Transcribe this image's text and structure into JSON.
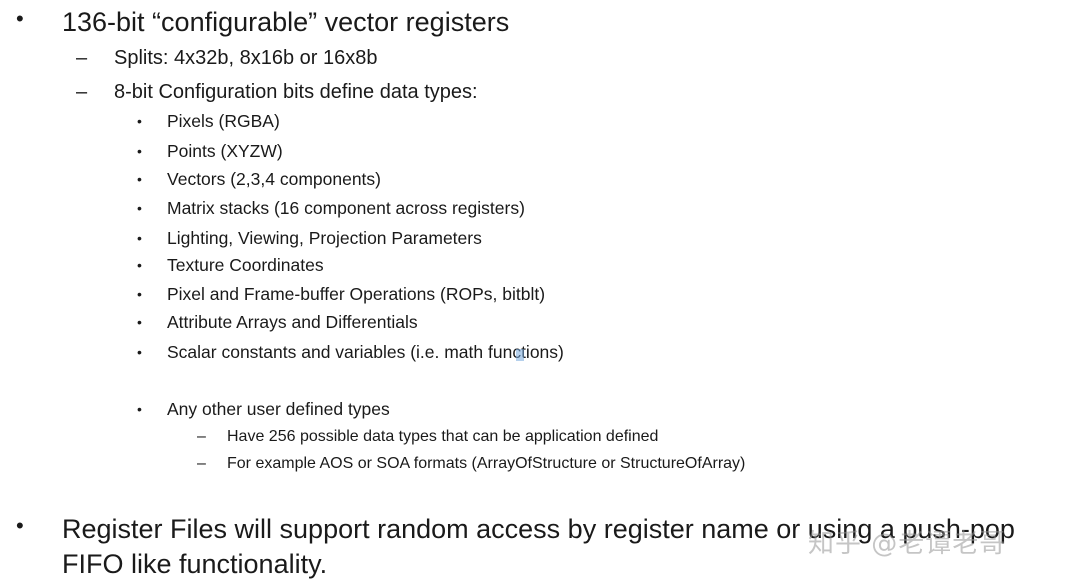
{
  "bullets": {
    "main1": "136-bit “configurable” vector registers",
    "sub1": "Splits: 4x32b, 8x16b or 16x8b",
    "sub2": "8-bit Configuration bits define data types:",
    "items": [
      "Pixels (RGBA)",
      "Points (XYZW)",
      "Vectors (2,3,4 components)",
      "Matrix stacks (16 component across registers)",
      "Lighting, Viewing, Projection Parameters",
      "Texture Coordinates",
      "Pixel and Frame-buffer Operations (ROPs, bitblt)",
      "Attribute Arrays and Differentials",
      "Scalar constants and variables (i.e. math functions)",
      "Any other user defined types"
    ],
    "subsub": [
      "Have 256 possible data types that can be application defined",
      "For example AOS or SOA formats (ArrayOfStructure or StructureOfArray)"
    ],
    "main2_line1": "Register Files will support random access by register name or using a push-pop",
    "main2_line2": "FIFO like functionality."
  },
  "markers": {
    "big_bullet": "•",
    "small_bullet": "•",
    "dash": "–"
  },
  "watermark": "知乎 @老谭老哥"
}
